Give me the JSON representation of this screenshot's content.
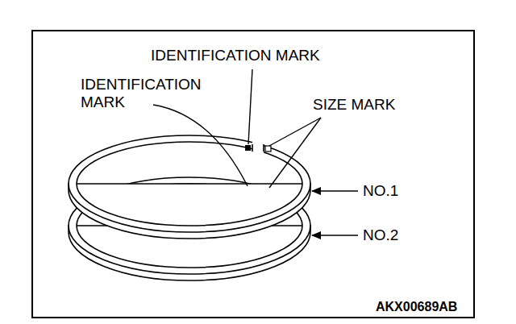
{
  "diagram": {
    "labels": [
      "IDENTIFICATION MARK",
      "IDENTIFICATION MARK",
      "SIZE MARK",
      "NO.1",
      "NO.2",
      "AKX00689AB"
    ]
  }
}
